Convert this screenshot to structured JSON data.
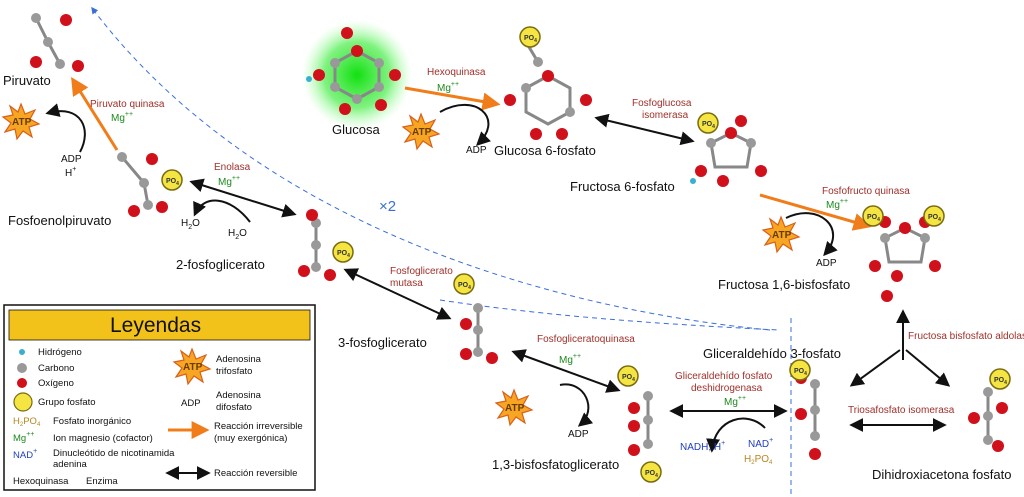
{
  "colors": {
    "enzyme": "#a0302a",
    "magnesium": "#1b8a1b",
    "irreversible": "#f07d1a",
    "reversible": "#111111",
    "dashed": "#3a6fd8",
    "legend_title_bg": "#f3c21a",
    "nad": "#2040c0",
    "phosphate_text": "#b9851f"
  },
  "molecules": {
    "glucosa": "Glucosa",
    "g6p": "Glucosa 6-fosfato",
    "f6p": "Fructosa 6-fosfato",
    "f16bp": "Fructosa 1,6-bisfosfato",
    "g3p": "Gliceraldehído 3-fosfato",
    "dhap": "Dihidroxiacetona fosfato",
    "bpg": "1,3-bisfosfatoglicerato",
    "pg3": "3-fosfoglicerato",
    "pg2": "2-fosfoglicerato",
    "pep": "Fosfoenolpiruvato",
    "piruvato": "Piruvato"
  },
  "enzymes": {
    "hexoquinasa": "Hexoquinasa",
    "fosfoglucosa_1": "Fosfoglucosa",
    "fosfoglucosa_2": "isomerasa",
    "pfk": "Fosfofructo quinasa",
    "aldolasa": "Fructosa bisfosfato aldolasa",
    "tpi": "Triosafosfato isomerasa",
    "gapdh_1": "Gliceraldehído fosfato",
    "gapdh_2": "deshidrogenasa",
    "pgk": "Fosfogliceratoquinasa",
    "pgm_1": "Fosfoglicerato",
    "pgm_2": "mutasa",
    "enolasa": "Enolasa",
    "pk": "Piruvato quinasa"
  },
  "cofactors": {
    "mg": "Mg",
    "mg_sup": "++",
    "atp": "ATP",
    "adp": "ADP",
    "h": "H",
    "h_sup": "+",
    "h2o_h": "H",
    "h2o_2": "2",
    "h2o_o": "O",
    "nadh": "NADH, H",
    "nad": "NAD",
    "po4_h": "H",
    "po4_2": "2",
    "po4_po": "PO",
    "po4_4": "4",
    "po": "PO",
    "po_4": "4",
    "times_two": "×2"
  },
  "legend": {
    "title": "Leyendas",
    "hidrogeno": "Hidrógeno",
    "carbono": "Carbono",
    "oxigeno": "Oxígeno",
    "grupo_fosfato": "Grupo fosfato",
    "fosfato_h2": "H",
    "fosfato_2": "2",
    "fosfato_po": "PO",
    "fosfato_4": "4",
    "fosfato_inorganico": "Fosfato inorgánico",
    "mg": "Mg",
    "mg_sup": "++",
    "ion_magnesio": "Ion magnesio (cofactor)",
    "nad": "NAD",
    "nad_sup": "+",
    "dinucleotido_1": "Dinucleótido de nicotinamida",
    "dinucleotido_2": "adenina",
    "hexoquinasa": "Hexoquinasa",
    "enzima": "Enzima",
    "atp": "ATP",
    "adenosina_tri_1": "Adenosina",
    "adenosina_tri_2": "trifosfato",
    "adp": "ADP",
    "adenosina_di_1": "Adenosina",
    "adenosina_di_2": "difosfato",
    "irreversible_1": "Reacción irreversible",
    "irreversible_2": "(muy exergónica)",
    "reversible": "Reacción reversible"
  }
}
